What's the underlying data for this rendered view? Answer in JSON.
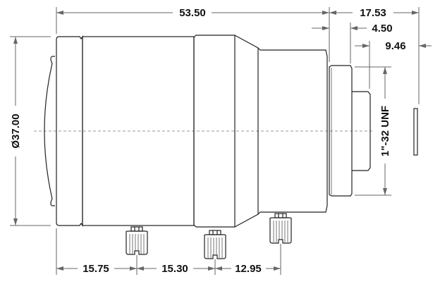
{
  "drawing": {
    "title": "Lens dimension drawing",
    "dimensions": {
      "overall_length": "53.50",
      "back_length": "17.53",
      "flange_offset": "4.50",
      "thread_length": "9.46",
      "diameter": "Ø37.00",
      "mount_thread": "1\"-32 UNF",
      "knob1_offset": "15.75",
      "knob2_offset": "15.30",
      "knob3_offset": "12.95"
    }
  }
}
